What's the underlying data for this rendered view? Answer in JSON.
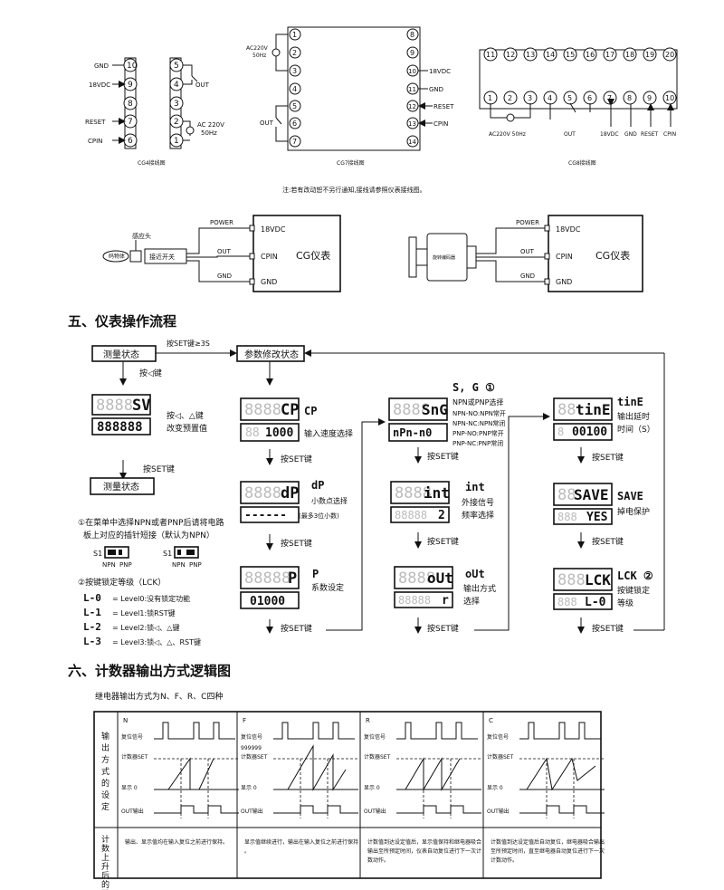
{
  "wiring": {
    "cg4": {
      "caption": "CG4接线图",
      "left_labels": [
        "GND",
        "18VDC",
        "RESET",
        "CPIN"
      ],
      "left_pins": [
        "10",
        "9",
        "8",
        "7",
        "6"
      ],
      "right_pins": [
        "5",
        "4",
        "3",
        "2",
        "1"
      ],
      "out_label": "OUT",
      "ac_label_1": "AC 220V",
      "ac_label_2": "50Hz"
    },
    "cg7": {
      "caption": "CG7接线图",
      "ac_label_1": "AC220V",
      "ac_label_2": "50Hz",
      "left_pins": [
        "1",
        "2",
        "3",
        "4",
        "5",
        "6",
        "7"
      ],
      "right_pins": [
        "8",
        "9",
        "10",
        "11",
        "12",
        "13",
        "14"
      ],
      "right_labels": [
        "18VDC",
        "GND",
        "RESET",
        "CPIN"
      ],
      "out_label": "OUT"
    },
    "cg8": {
      "caption": "CG8接线图",
      "top_pins": [
        "11",
        "12",
        "13",
        "14",
        "15",
        "16",
        "17",
        "18",
        "19",
        "20"
      ],
      "bottom_pins": [
        "1",
        "2",
        "3",
        "4",
        "5",
        "6",
        "7",
        "8",
        "9",
        "10"
      ],
      "bottom_labels": [
        "AC220V 50Hz",
        "OUT",
        "18VDC",
        "GND",
        "RESET",
        "CPIN"
      ]
    },
    "note": "注:若有改动恕不另行通知,接线请参照仪表接线图。"
  },
  "sensors": {
    "left": {
      "sensor_head": "感应头",
      "target": "码物体",
      "switch": "接近开关",
      "power": "POWER",
      "out": "OUT",
      "gnd": "GND",
      "term_18vdc": "18VDC",
      "term_cpin": "CPIN",
      "term_gnd": "GND",
      "meter": "CG仪表"
    },
    "right": {
      "encoder": "旋转编码器",
      "power": "POWER",
      "out": "OUT",
      "gnd": "GND",
      "term_18vdc": "18VDC",
      "term_cpin": "CPIN",
      "term_gnd": "GND",
      "meter": "CG仪表"
    }
  },
  "section5": {
    "title": "五、仪表操作流程",
    "measure_state": "测量状态",
    "press_set_3s": "按SET键≥3S",
    "param_state": "参数修改状态",
    "press_left": "按◁键",
    "disp_sv_ghost": "8888",
    "disp_sv_main": "SV",
    "disp_sv_bottom": "888888",
    "change_preset_1": "按◁、△键",
    "change_preset_2": "改变预置值",
    "press_set": "按SET键",
    "measure_state_2": "测量状态",
    "note1_1": "①在菜单中选择NPN或者PNP后请将电路",
    "note1_2": "板上对应的插针短接（默认为NPN）",
    "s1": "S1",
    "npn": "NPN",
    "pnp": "PNP",
    "note2": "②按键锁定等级（LCK）",
    "levels": [
      {
        "code": "L-0",
        "text": "= Level0:没有锁定功能"
      },
      {
        "code": "L-1",
        "text": "= Level1:锁RST键"
      },
      {
        "code": "L-2",
        "text": "= Level2:锁◁、△键"
      },
      {
        "code": "L-3",
        "text": "= Level3:锁◁、△、RST键"
      }
    ],
    "col1": {
      "cp_ghost": "8888",
      "cp_main": "CP",
      "cp_title": "CP",
      "cp_bottom_ghost": "88",
      "cp_bottom": "1000",
      "cp_desc": "输入速度选择",
      "press_set_a": "按SET键",
      "dp_ghost": "8888",
      "dp_main": "dP",
      "dp_title": "dP",
      "dp_desc": "小数点选择",
      "dp_bottom": "------",
      "dp_note": "(最多3位小数)",
      "press_set_b": "按SET键",
      "p_ghost": "88888",
      "p_main": "P",
      "p_title": "P",
      "p_bottom": "01000",
      "p_desc": "系数设定",
      "press_set_c": "按SET键"
    },
    "col2": {
      "sg_ghost": "8888",
      "sg_main": "SnG",
      "sg_title": "S, G ①",
      "sg_lines": [
        "NPN或PNP选择",
        "NPN-NO:NPN常开",
        "NPN-NC:NPN常闭",
        "PNP-NO:PNP常开",
        "PNP-NC:PNP常闭"
      ],
      "sg_bottom": "nPn-n0",
      "press_set_a": "按SET键",
      "int_ghost": "8888",
      "int_main": "int",
      "int_title": "int",
      "int_desc_1": "外接信号",
      "int_desc_2": "频率选择",
      "int_bottom_ghost": "88888",
      "int_bottom": "2",
      "press_set_b": "按SET键",
      "out_ghost": "8888",
      "out_main": "oUt",
      "out_title": "oUt",
      "out_desc_1": "输出方式",
      "out_desc_2": "选择",
      "out_bottom_ghost": "88888",
      "out_bottom": "r",
      "press_set_c": "按SET键"
    },
    "col3": {
      "time_ghost": "88",
      "time_main": "tinE",
      "time_title": "tinE",
      "time_desc_1": "输出延时",
      "time_desc_2": "时间（S）",
      "time_bottom_ghost": "8",
      "time_bottom": "00100",
      "press_set_a": "按SET键",
      "save_ghost": "88",
      "save_main": "SAVE",
      "save_title": "SAVE",
      "save_desc": "掉电保护",
      "save_bottom_ghost": "888",
      "save_bottom": "YES",
      "press_set_b": "按SET键",
      "lck_ghost": "888",
      "lck_main": "LCK",
      "lck_title": "LCK ②",
      "lck_desc_1": "按键锁定",
      "lck_desc_2": "等级",
      "lck_bottom_ghost": "888",
      "lck_bottom": "L-0",
      "press_set_c": "按SET键"
    }
  },
  "section6": {
    "title": "六、计数器输出方式逻辑图",
    "subtitle": "继电器输出方式为N、F、R、C四种",
    "row_header_1": "输出方式的设定",
    "row_header_2": "计数上升后的动作",
    "modes": [
      {
        "name": "N",
        "desc": "输出、显示值均在输入复位之前进行保持。"
      },
      {
        "name": "F",
        "desc": "显示值继续进行，输出在输入复位之前进行保持。"
      },
      {
        "name": "R",
        "desc": "计数值到达设定值后，显示值保持和继电器吸合输出至所预定时间，仪表自动复位进行下一次计数动作。"
      },
      {
        "name": "C",
        "desc": "计数值到达设定值后自动复位，继电器吸合输出至所预定时间，直至继电器自动复位进行下一次计数动作。"
      }
    ],
    "reset_signal": "复位信号",
    "max_value": "999999",
    "counter_set": "计数器SET",
    "display_zero": "显示 0",
    "out_output": "OUT输出"
  }
}
